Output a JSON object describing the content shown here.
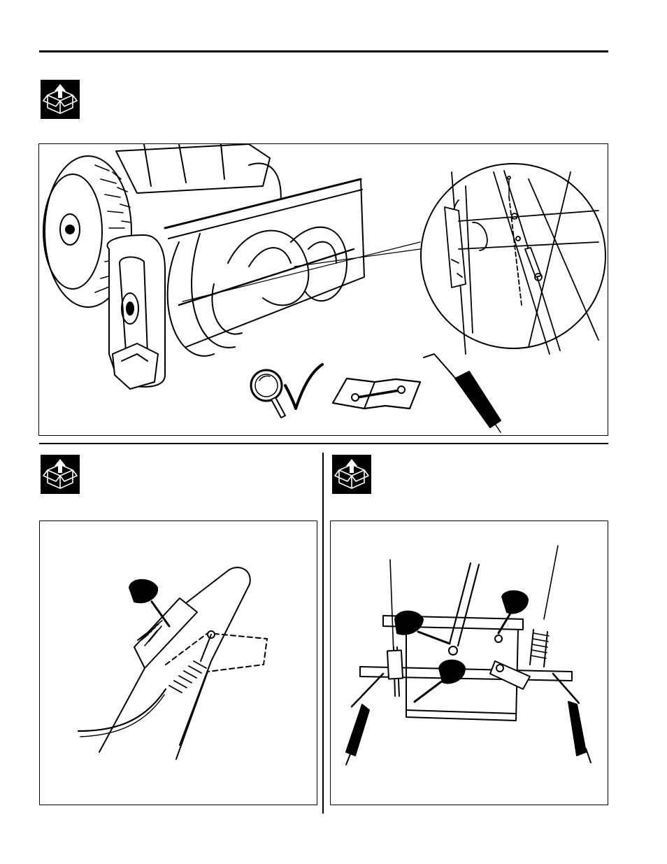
{
  "page": {
    "background": "#ffffff",
    "ink": "#000000"
  },
  "icons": {
    "section_icon": "open-box-with-up-arrow-icon",
    "inspect_icon": "magnifier-icon",
    "check_icon": "checkmark-icon",
    "manual_icon": "open-manual-with-wrench-icon",
    "tool_icon": "lubricant-oiler-icon",
    "lubricate_icon": "grease-funnel-icon"
  },
  "sections": [
    {
      "id": "auger-shave-plates",
      "illustration": "snow-thrower-auger-housing-with-shear-pin-detail"
    },
    {
      "id": "chute-cable",
      "illustration": "discharge-chute-cable-and-spring"
    },
    {
      "id": "control-linkage",
      "illustration": "control-cables-and-lubrication-points"
    }
  ]
}
